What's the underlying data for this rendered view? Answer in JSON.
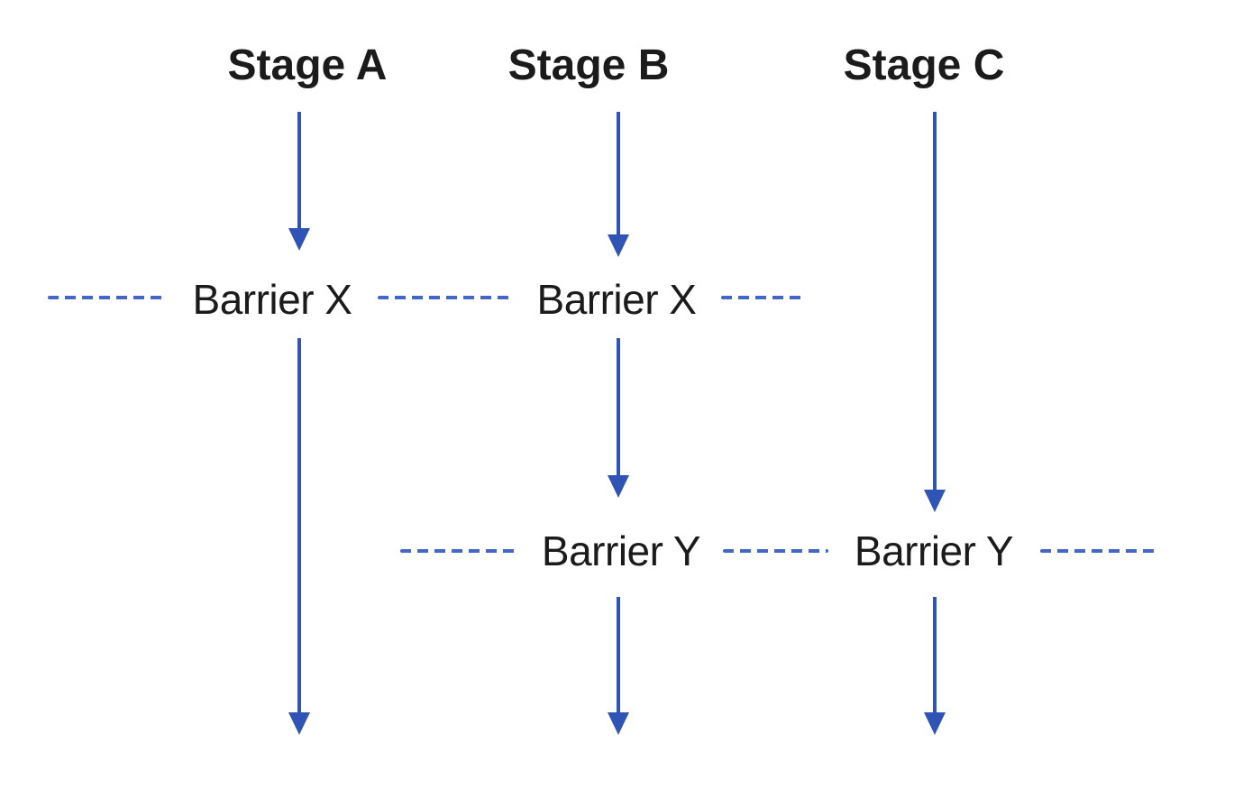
{
  "diagram": {
    "stages": [
      {
        "label": "Stage A"
      },
      {
        "label": "Stage B"
      },
      {
        "label": "Stage C"
      }
    ],
    "barrier_x": {
      "label": "Barrier X"
    },
    "barrier_y": {
      "label": "Barrier Y"
    },
    "colors": {
      "arrow": "#2f54b5",
      "dash": "#4466c8",
      "text": "#1b1b1b",
      "background": "#ffffff"
    }
  }
}
